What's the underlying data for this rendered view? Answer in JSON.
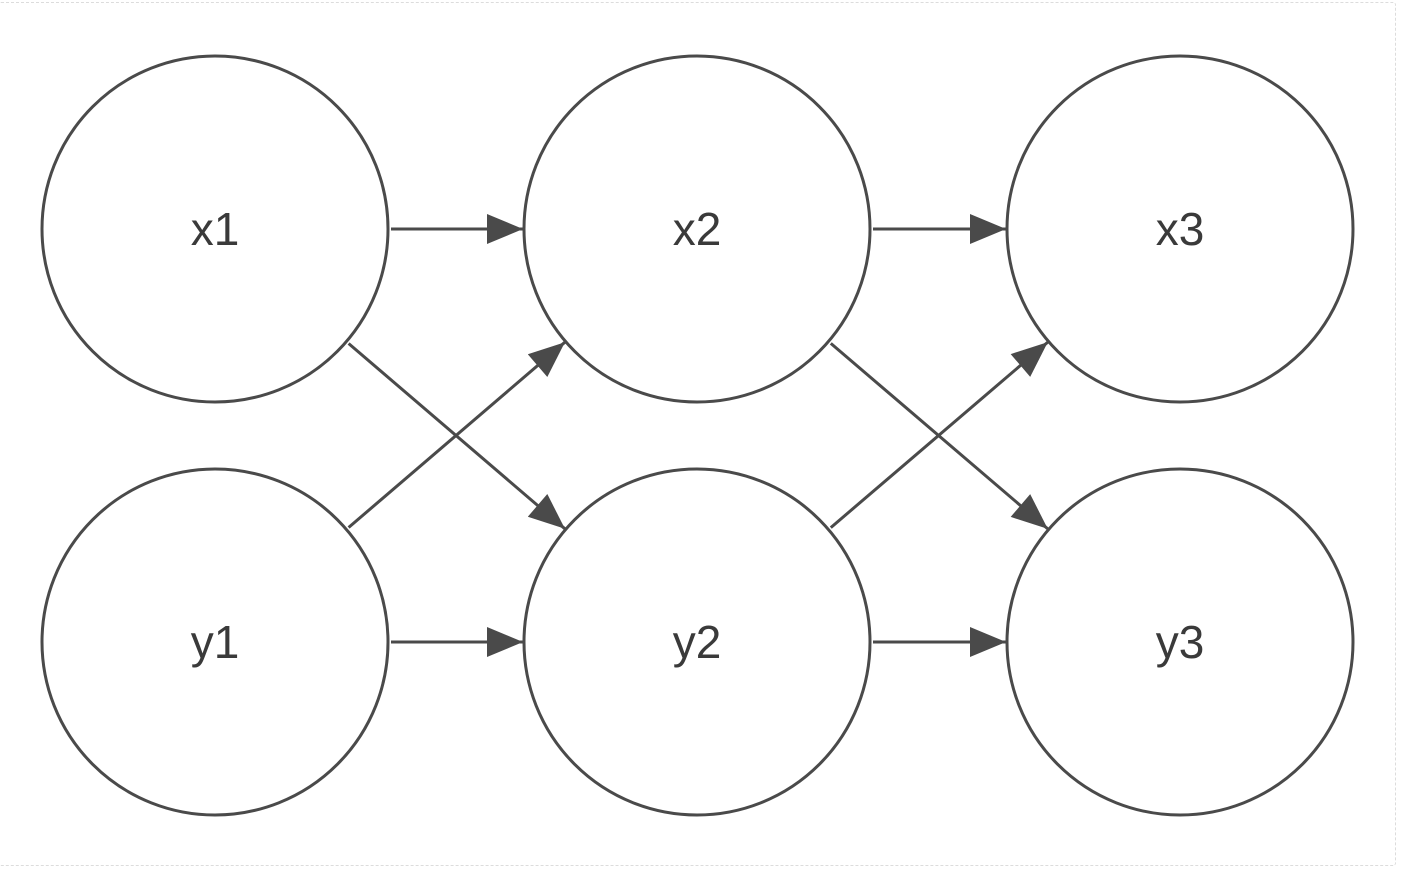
{
  "diagram": {
    "nodes": [
      {
        "id": "x1",
        "label": "x1"
      },
      {
        "id": "x2",
        "label": "x2"
      },
      {
        "id": "x3",
        "label": "x3"
      },
      {
        "id": "y1",
        "label": "y1"
      },
      {
        "id": "y2",
        "label": "y2"
      },
      {
        "id": "y3",
        "label": "y3"
      }
    ],
    "edges": [
      {
        "from": "x1",
        "to": "x2"
      },
      {
        "from": "x1",
        "to": "y2"
      },
      {
        "from": "y1",
        "to": "x2"
      },
      {
        "from": "y1",
        "to": "y2"
      },
      {
        "from": "x2",
        "to": "x3"
      },
      {
        "from": "x2",
        "to": "y3"
      },
      {
        "from": "y2",
        "to": "x3"
      },
      {
        "from": "y2",
        "to": "y3"
      }
    ],
    "colors": {
      "stroke": "#4a4a4a",
      "node_fill": "#ffffff",
      "text": "#3a3a3a"
    }
  }
}
